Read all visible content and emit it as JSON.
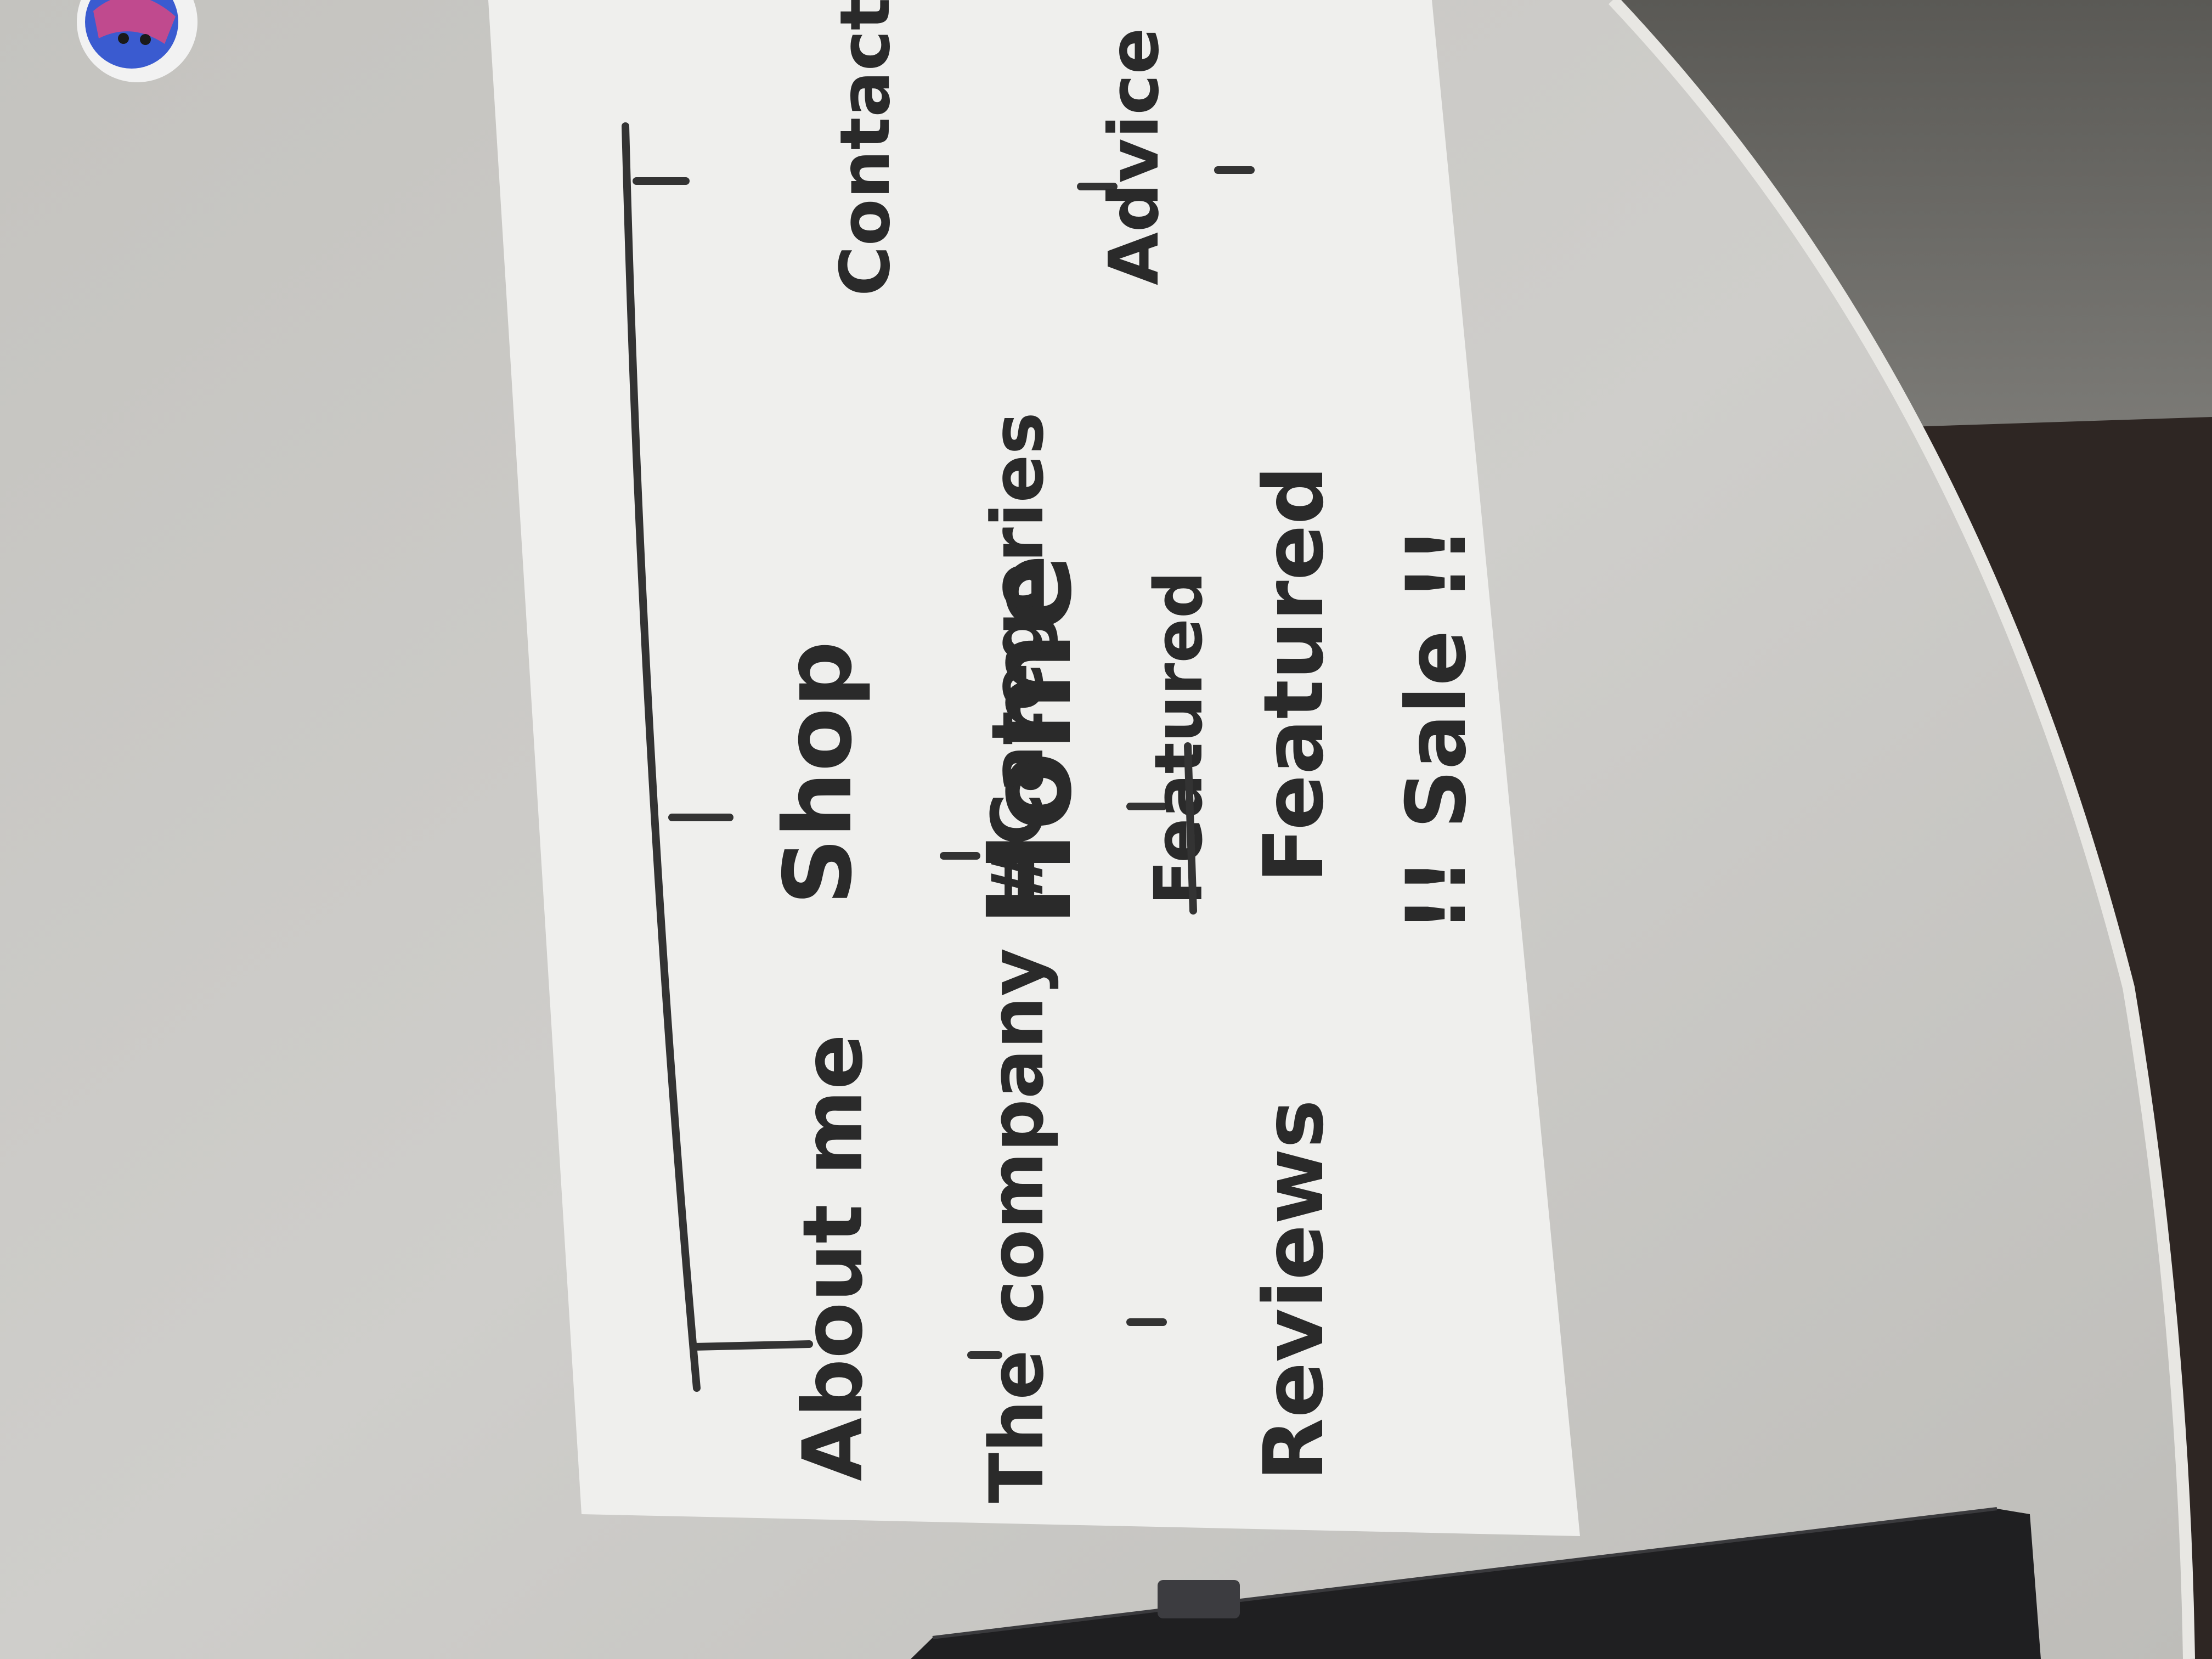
{
  "sitemap": {
    "root": "Home",
    "branches": [
      {
        "label": "About me",
        "children": [
          "The company",
          "Reviews"
        ]
      },
      {
        "label": "Shop",
        "children": [
          "#Categories",
          "Featured",
          "!! Sale !!"
        ],
        "struck_out": "Featured"
      },
      {
        "label": "Contact Details",
        "children": [
          "Advice"
        ]
      }
    ]
  },
  "colors": {
    "table": "#c9c8c4",
    "paper": "#efefed",
    "ink": "#2a2a2a",
    "carpet": "#6d6c68",
    "chair": "#2e2623",
    "laptop": "#1f1f21"
  }
}
